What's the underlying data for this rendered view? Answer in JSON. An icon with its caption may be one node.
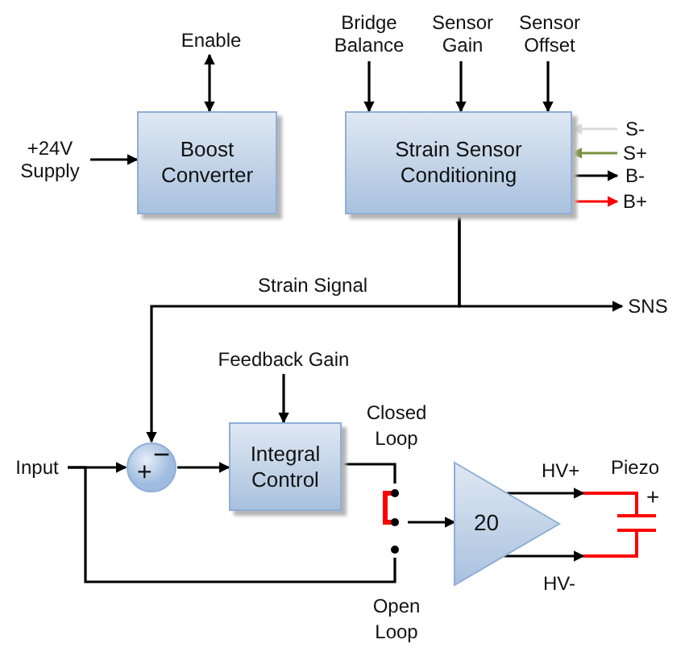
{
  "diagram": {
    "nodes": [
      {
        "text": [
          "+24V Supply"
        ]
      },
      {
        "text": [
          "Enable"
        ]
      },
      {
        "text": [
          "Boost Converter"
        ]
      },
      {
        "text": [
          "Bridge Balance"
        ]
      },
      {
        "text": [
          "Sensor Gain"
        ]
      },
      {
        "text": [
          "Sensor Offset"
        ]
      },
      {
        "text": [
          "Strain Sensor Conditioning"
        ]
      },
      {
        "text": [
          "S-"
        ]
      },
      {
        "text": [
          "S+"
        ]
      },
      {
        "text": [
          "B-"
        ]
      },
      {
        "text": [
          "B+"
        ]
      },
      {
        "text": [
          "SNS"
        ]
      },
      {
        "text": [
          "Feedback Gain"
        ]
      },
      {
        "text": [
          "Input"
        ]
      },
      {
        "text": [
          "+",
          "−"
        ]
      },
      {
        "text": [
          "Integral Control"
        ]
      },
      {
        "text": [],
        "shape": "switch",
        "beside": [
          "Closed Loop",
          "Open Loop"
        ]
      },
      {
        "text": [
          "20"
        ]
      },
      {
        "text": [],
        "shape": "capacitor",
        "beside": [
          "Piezo"
        ]
      }
    ],
    "edges": [
      {
        "from": 0,
        "to": 2,
        "arrow": "to"
      },
      {
        "from": 2,
        "to": 1,
        "arrow": "both"
      },
      {
        "from": 3,
        "to": 6,
        "arrow": "to"
      },
      {
        "from": 4,
        "to": 6,
        "arrow": "to"
      },
      {
        "from": 5,
        "to": 6,
        "arrow": "to"
      },
      {
        "from": 7,
        "to": 6,
        "arrow": "to",
        "color": "#d9d9d9"
      },
      {
        "from": 8,
        "to": 6,
        "arrow": "to",
        "color": "#77933c"
      },
      {
        "from": 6,
        "to": 9,
        "arrow": "to"
      },
      {
        "from": 6,
        "to": 10,
        "arrow": "to",
        "color": "#ff0000"
      },
      {
        "from": 6,
        "to": 11,
        "arrow": "to"
      },
      {
        "from": 6,
        "to": 14,
        "arrow": "to",
        "label": "Strain Signal"
      },
      {
        "from": 13,
        "to": 14,
        "arrow": "to"
      },
      {
        "from": 12,
        "to": 15,
        "arrow": "to"
      },
      {
        "from": 14,
        "to": 15,
        "arrow": "to"
      },
      {
        "from": 15,
        "to": 16,
        "arrow": "none"
      },
      {
        "from": 13,
        "to": 16,
        "arrow": "none"
      },
      {
        "from": 16,
        "to": 17,
        "arrow": "to"
      },
      {
        "from": 17,
        "to": 18,
        "arrow": "to",
        "label": "HV+"
      },
      {
        "from": 17,
        "to": 18,
        "arrow": "to",
        "label": "HV-"
      }
    ],
    "labels": [
      "+"
    ]
  }
}
